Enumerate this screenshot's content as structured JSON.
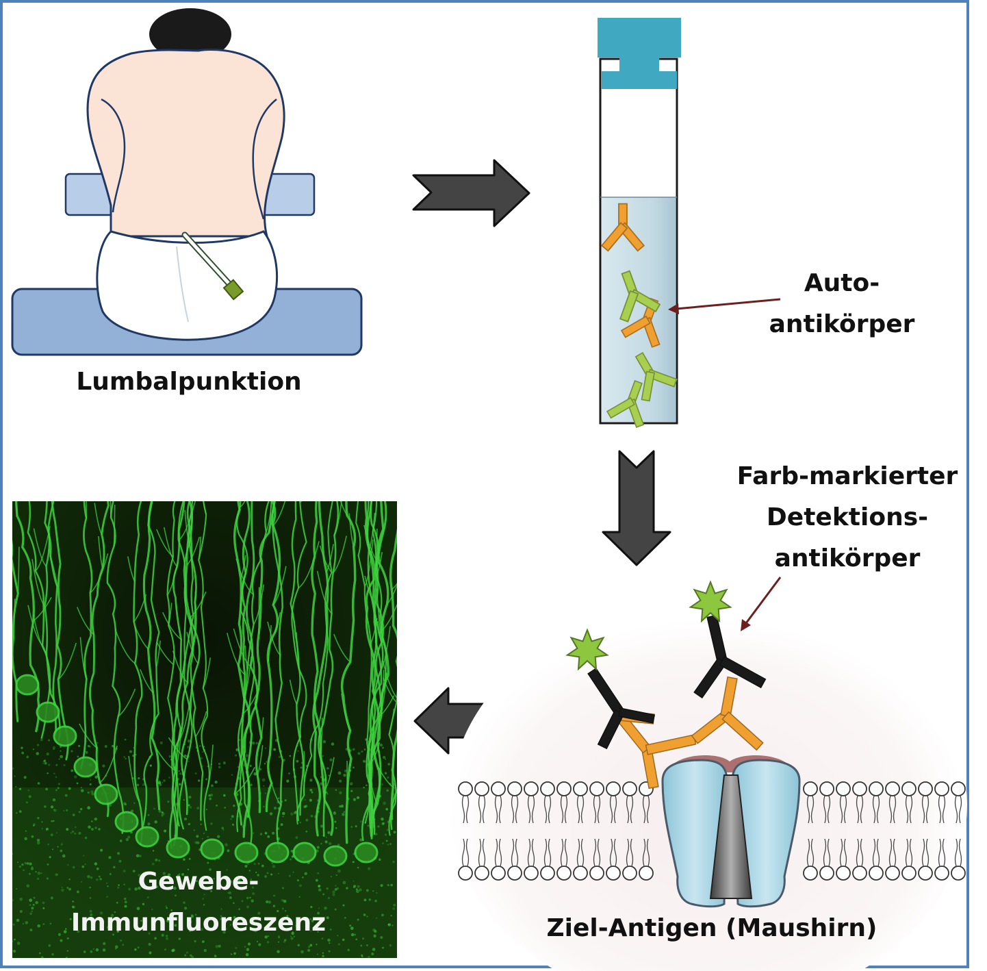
{
  "labels": {
    "lumbar_puncture": "Lumbalpunktion",
    "autoantibody_line1": "Auto-",
    "autoantibody_line2": "antikörper",
    "detection_line1": "Farb-markierter",
    "detection_line2": "Detektions-",
    "detection_line3": "antikörper",
    "tissue_line1": "Gewebe-",
    "tissue_line2": "Immunfluoreszenz",
    "target_antigen": "Ziel-Antigen (Maushirn)"
  },
  "colors": {
    "frame": "#4f81bd",
    "skin": "#fbe3d6",
    "outline": "#1f3864",
    "chair_seat": "#93b0d6",
    "armrest": "#b7cde8",
    "cap": "#40a8c0",
    "fluid": "#c5dde8",
    "autoantibody": "#f0a030",
    "igg": "#a8cf50",
    "detection_antibody": "#1a1a1a",
    "fluorophore": "#8dc63f",
    "arrow": "#444444",
    "pointer": "#6b1f1f",
    "channel": "#a8d4e4",
    "tissue_bg": "#0c2a0a",
    "tissue_signal": "#3fd23f"
  }
}
